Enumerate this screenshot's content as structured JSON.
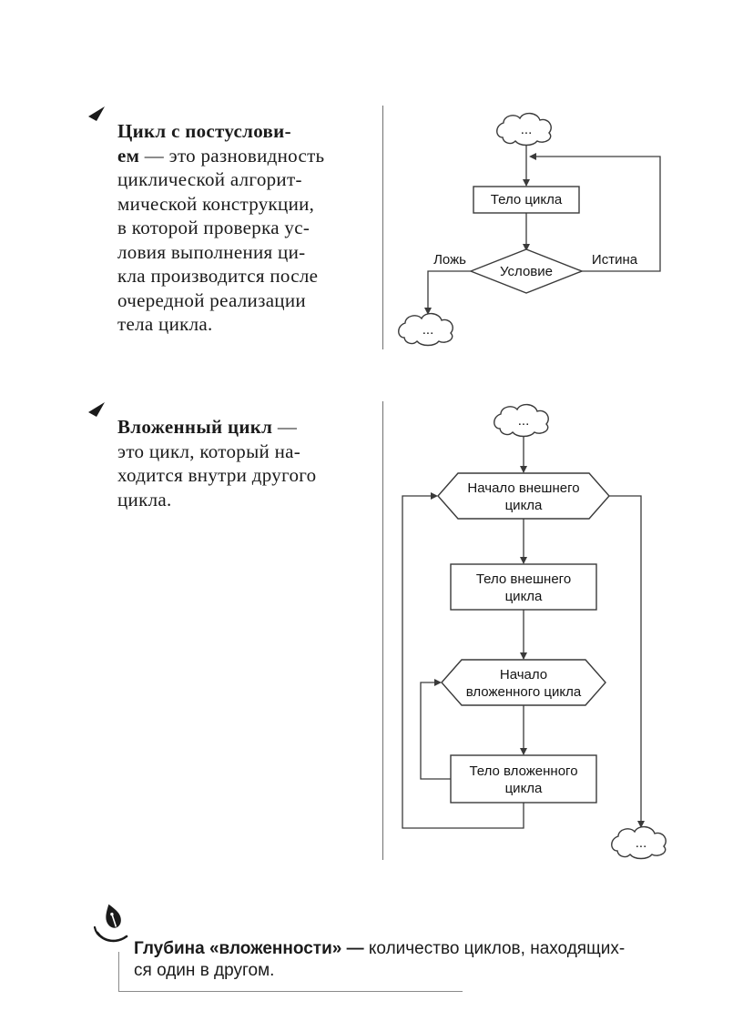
{
  "definitions": [
    {
      "term": "Цикл с постуслови-\nем",
      "body": " — это разновидность\nциклической алгорит-\nмической конструкции,\nв которой проверка ус-\nловия выполнения ци-\nкла производится после\nочередной реализации\nтела цикла."
    },
    {
      "term": "Вложенный цикл",
      "body": " —\nэто цикл, который на-\nходится внутри другого\nцикла."
    }
  ],
  "flowchart_postcondition": {
    "start_cloud": "...",
    "body_label": "Тело цикла",
    "condition_label": "Условие",
    "false_label": "Ложь",
    "true_label": "Истина",
    "end_cloud": "..."
  },
  "flowchart_nested": {
    "start_cloud": "...",
    "outer_header": [
      "Начало внешнего",
      "цикла"
    ],
    "outer_body": [
      "Тело внешнего",
      "цикла"
    ],
    "inner_header": [
      "Начало",
      "вложенного цикла"
    ],
    "inner_body": [
      "Тело вложенного",
      "цикла"
    ],
    "end_cloud": "..."
  },
  "note": {
    "bold": "Глубина «вложенности» —",
    "regular": " количество циклов, находящих-\nся один в другом."
  }
}
